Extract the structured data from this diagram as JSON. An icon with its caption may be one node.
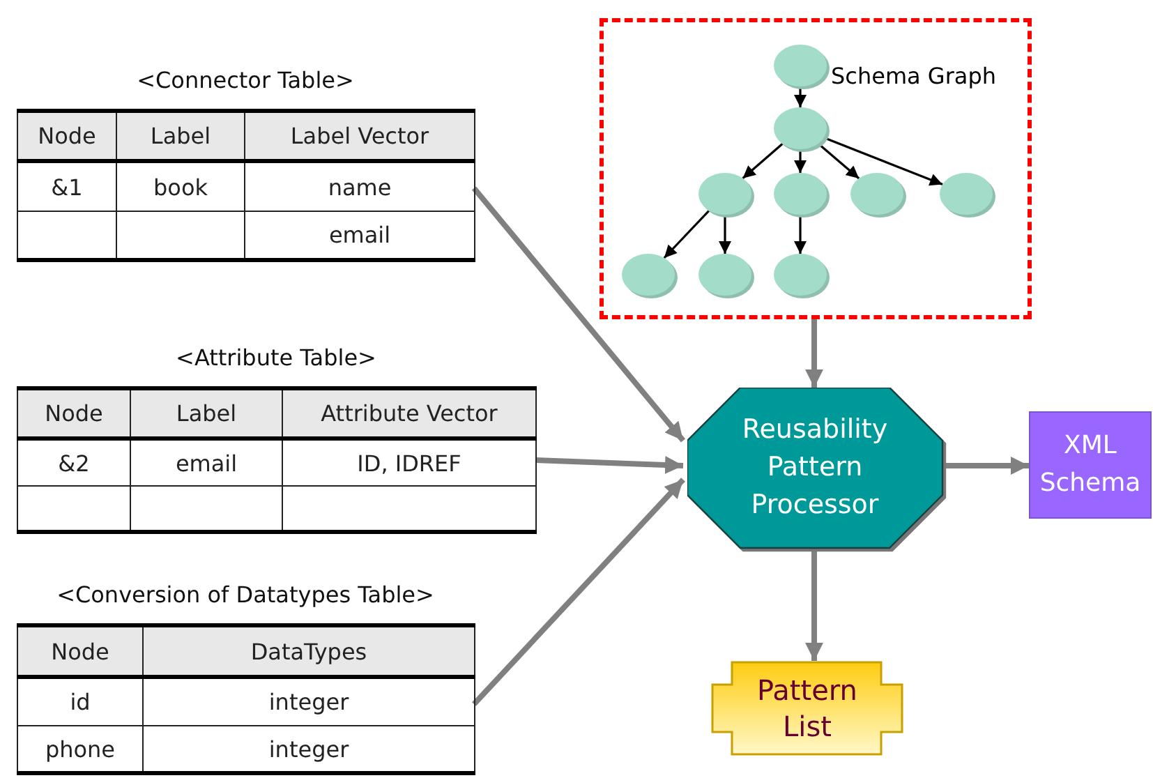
{
  "diagram": {
    "nodes": [
      {
        "text": [
          "<Connector Table>",
          "Node",
          "Label",
          "Label Vector",
          "&1",
          "book",
          "name",
          "email"
        ]
      },
      {
        "text": [
          "<Attribute Table>",
          "Node",
          "Label",
          "Attribute Vector",
          "&2",
          "email",
          "ID, IDREF"
        ]
      },
      {
        "text": [
          "<Conversion of Datatypes Table>",
          "Node",
          "DataTypes",
          "id",
          "integer",
          "phone",
          "integer"
        ]
      },
      {
        "text": [
          "Schema Graph"
        ]
      },
      {
        "text": [],
        "shape": "circle",
        "in": 3
      },
      {
        "text": [],
        "shape": "circle",
        "in": 3
      },
      {
        "text": [],
        "shape": "circle",
        "in": 3
      },
      {
        "text": [],
        "shape": "circle",
        "in": 3
      },
      {
        "text": [],
        "shape": "circle",
        "in": 3
      },
      {
        "text": [],
        "shape": "circle",
        "in": 3
      },
      {
        "text": [],
        "shape": "circle",
        "in": 3
      },
      {
        "text": [],
        "shape": "circle",
        "in": 3
      },
      {
        "text": [],
        "shape": "circle",
        "in": 3
      },
      {
        "text": [
          "Reusability Pattern Processor"
        ]
      },
      {
        "text": [
          "XML Schema"
        ]
      },
      {
        "text": [
          "Pattern List"
        ]
      }
    ],
    "edges": [
      {
        "from": 4,
        "to": 5,
        "arrow": "to"
      },
      {
        "from": 5,
        "to": 6,
        "arrow": "to"
      },
      {
        "from": 5,
        "to": 7,
        "arrow": "to"
      },
      {
        "from": 5,
        "to": 8,
        "arrow": "to"
      },
      {
        "from": 5,
        "to": 9,
        "arrow": "to"
      },
      {
        "from": 6,
        "to": 10,
        "arrow": "to"
      },
      {
        "from": 6,
        "to": 11,
        "arrow": "to"
      },
      {
        "from": 7,
        "to": 12,
        "arrow": "to"
      },
      {
        "from": 0,
        "to": 13,
        "arrow": "to",
        "style": "thick",
        "color": "#808080"
      },
      {
        "from": 1,
        "to": 13,
        "arrow": "to",
        "style": "thick",
        "color": "#808080"
      },
      {
        "from": 2,
        "to": 13,
        "arrow": "to",
        "style": "thick",
        "color": "#808080"
      },
      {
        "from": 3,
        "to": 13,
        "arrow": "to",
        "style": "thick",
        "color": "#808080"
      },
      {
        "from": 13,
        "to": 14,
        "arrow": "to",
        "style": "thick",
        "color": "#808080"
      },
      {
        "from": 13,
        "to": 15,
        "arrow": "to",
        "style": "thick",
        "color": "#808080"
      }
    ]
  }
}
